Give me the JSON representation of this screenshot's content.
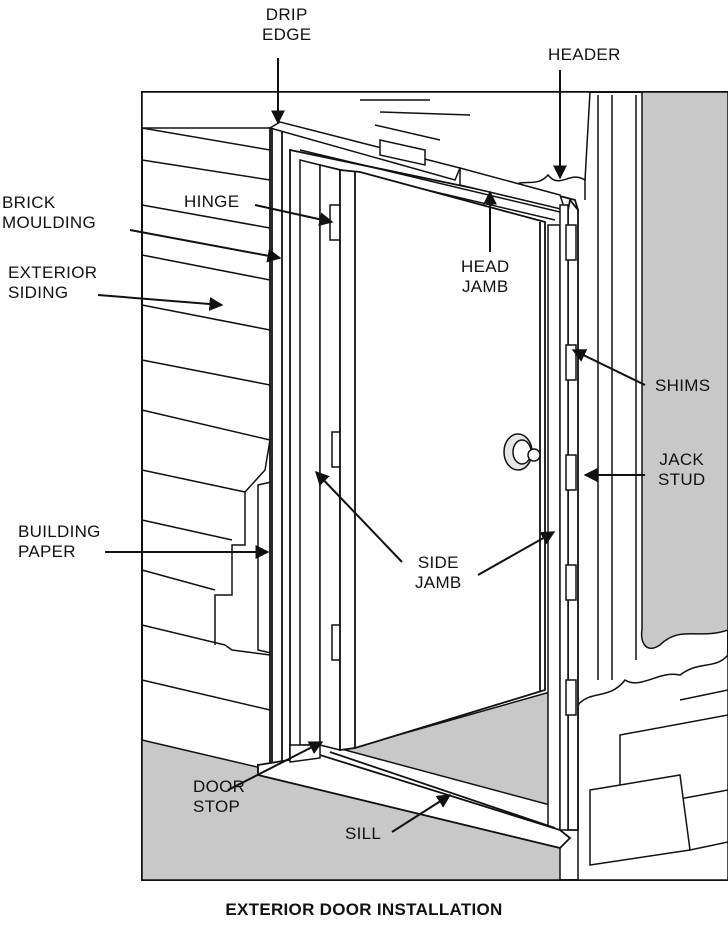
{
  "caption": "EXTERIOR DOOR INSTALLATION",
  "labels": {
    "drip_edge": "DRIP\nEDGE",
    "header": "HEADER",
    "brick_moulding": "BRICK\nMOULDING",
    "hinge": "HINGE",
    "exterior_siding": "EXTERIOR\nSIDING",
    "head_jamb": "HEAD\nJAMB",
    "shims": "SHIMS",
    "jack_stud": "JACK\nSTUD",
    "building_paper": "BUILDING\nPAPER",
    "side_jamb": "SIDE\nJAMB",
    "door_stop": "DOOR\nSTOP",
    "sill": "SILL"
  },
  "colors": {
    "line": "#111111",
    "shade": "#c8c8c8",
    "light_shade": "#e6e6e6",
    "background": "#ffffff"
  }
}
